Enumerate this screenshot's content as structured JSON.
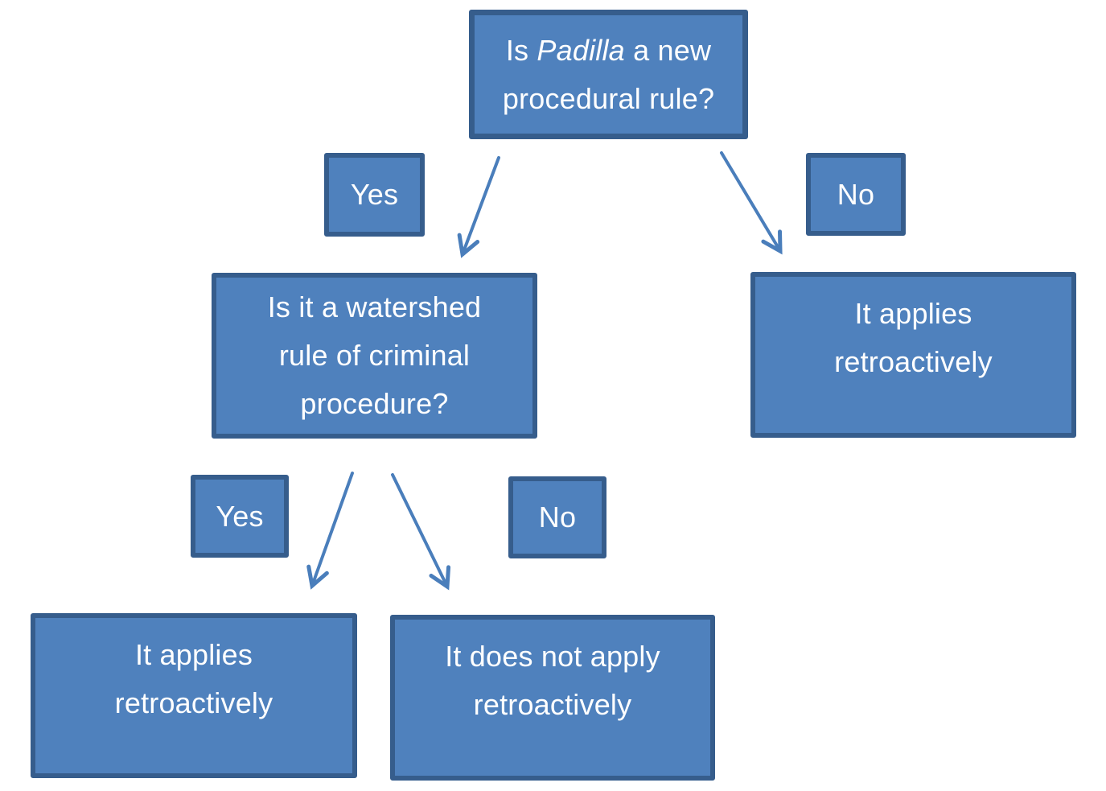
{
  "diagram": {
    "type": "decision-tree-flowchart",
    "colors": {
      "background": "#ffffff",
      "node_fill": "#4f81bd",
      "node_border": "#365d8c",
      "node_text": "#ffffff",
      "arrow": "#4a7ebb"
    },
    "nodes": {
      "root_question": {
        "line1_pre": "Is ",
        "line1_italic": "Padilla",
        "line1_post": " a new",
        "line2": "procedural rule?",
        "full_text": "Is Padilla a new procedural rule?"
      },
      "branch1_yes": {
        "label": "Yes"
      },
      "branch1_no": {
        "label": "No"
      },
      "watershed_question": {
        "lines": [
          "Is it a watershed",
          "rule of criminal",
          "procedure?"
        ],
        "full_text": "Is it a watershed rule of criminal procedure?"
      },
      "applies_retroactively_right": {
        "lines": [
          "It applies",
          "retroactively"
        ],
        "full_text": "It applies retroactively"
      },
      "branch2_yes": {
        "label": "Yes"
      },
      "branch2_no": {
        "label": "No"
      },
      "applies_retroactively_left": {
        "lines": [
          "It applies",
          "retroactively"
        ],
        "full_text": "It applies retroactively"
      },
      "does_not_apply": {
        "lines": [
          "It does not apply",
          "retroactively"
        ],
        "full_text": "It does not apply retroactively"
      }
    },
    "edges": [
      {
        "from": "root_question",
        "to": "watershed_question",
        "answer": "Yes"
      },
      {
        "from": "root_question",
        "to": "applies_retroactively_right",
        "answer": "No"
      },
      {
        "from": "watershed_question",
        "to": "applies_retroactively_left",
        "answer": "Yes"
      },
      {
        "from": "watershed_question",
        "to": "does_not_apply",
        "answer": "No"
      }
    ]
  }
}
